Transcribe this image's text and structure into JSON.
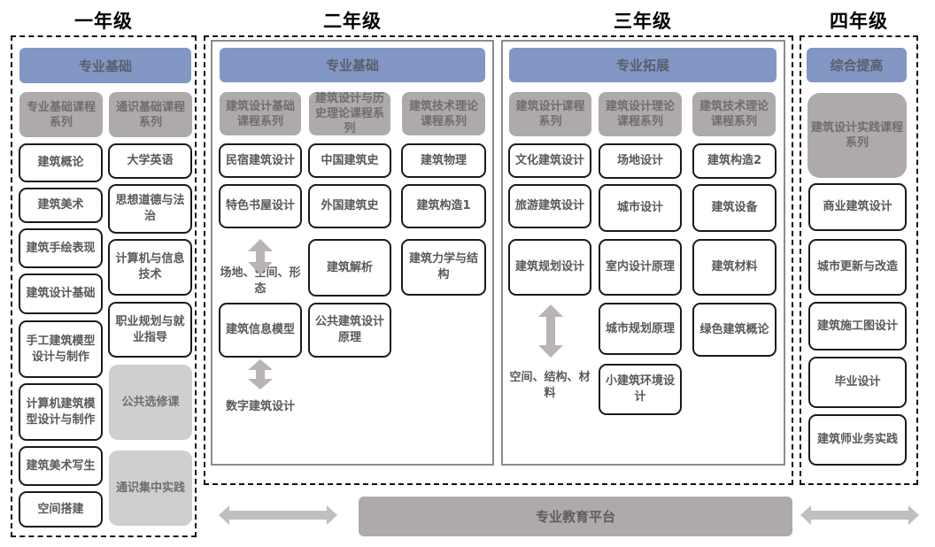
{
  "years": [
    {
      "title": "一年级"
    },
    {
      "title": "二年级"
    },
    {
      "title": "三年级"
    },
    {
      "title": "四年级"
    }
  ],
  "year1": {
    "header": "专业基础",
    "categories": [
      "专业基础课程系列",
      "通识基础课程系列"
    ],
    "col1": [
      "建筑概论",
      "建筑美术",
      "建筑手绘表现",
      "建筑设计基础",
      "手工建筑模型设计与制作",
      "计算机建筑模型设计与制作",
      "建筑美术写生",
      "空间搭建"
    ],
    "col2": [
      "大学英语",
      "思想道德与法治",
      "计算机与信息技术",
      "职业规划与就业指导"
    ],
    "col2_light": [
      "公共选修课",
      "通识集中实践"
    ]
  },
  "year2": {
    "header": "专业基础",
    "categories": [
      "建筑设计基础课程系列",
      "建筑设计与历史理论课程系列",
      "建筑技术理论课程系列"
    ],
    "col1": [
      "民宿建筑设计",
      "特色书屋设计",
      "建筑信息模型"
    ],
    "col1_notes": [
      "场地、空间、形态",
      "数字建筑设计"
    ],
    "col2": [
      "中国建筑史",
      "外国建筑史",
      "建筑解析",
      "公共建筑设计原理"
    ],
    "col3": [
      "建筑物理",
      "建筑构造1",
      "建筑力学与结构"
    ]
  },
  "year3": {
    "header": "专业拓展",
    "categories": [
      "建筑设计课程系列",
      "建筑设计理论课程系列",
      "建筑技术理论课程系列"
    ],
    "col1": [
      "文化建筑设计",
      "旅游建筑设计",
      "建筑规划设计"
    ],
    "col1_note": "空间、结构、材料",
    "col2": [
      "场地设计",
      "城市设计",
      "室内设计原理",
      "城市规划原理",
      "小建筑环境设计"
    ],
    "col3": [
      "建筑构造2",
      "建筑设备",
      "建筑材料",
      "绿色建筑概论"
    ]
  },
  "year4": {
    "header": "综合提高",
    "category": "建筑设计实践课程系列",
    "courses": [
      "商业建筑设计",
      "城市更新与改造",
      "建筑施工图设计",
      "毕业设计",
      "建筑师业务实践"
    ]
  },
  "platform": {
    "label": "专业教育平台"
  },
  "colors": {
    "header_blue": "#8297c4",
    "category_gray": "#aeaaa9",
    "light_gray": "#d0cfcf",
    "arrow_gray": "#bfbfbf"
  }
}
